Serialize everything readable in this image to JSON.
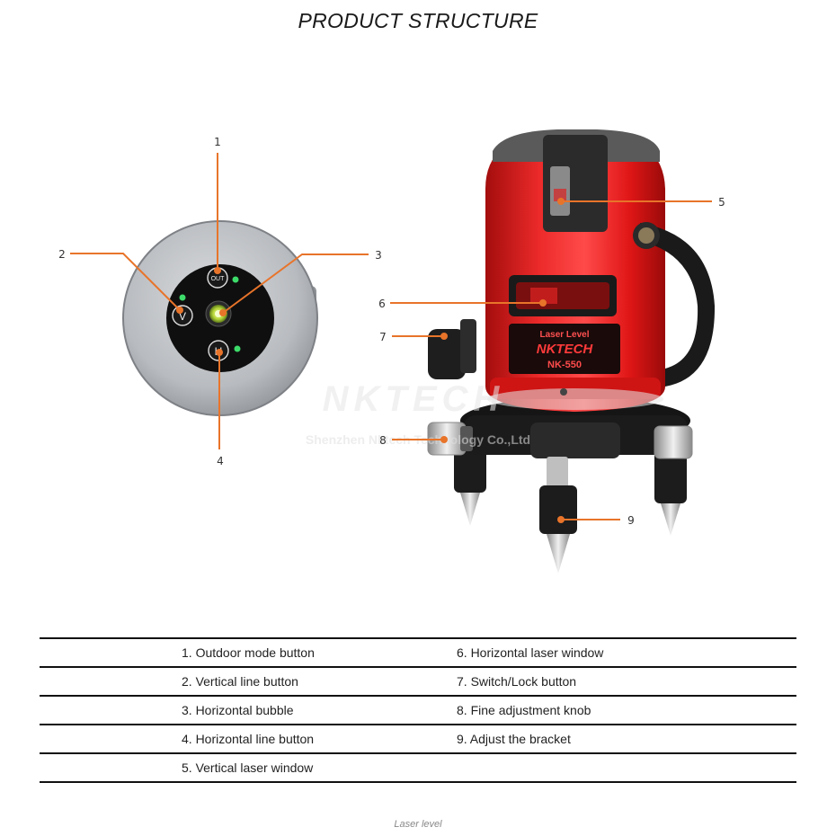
{
  "header": {
    "title": "PRODUCT STRUCTURE"
  },
  "callouts": [
    "1",
    "2",
    "3",
    "4",
    "5",
    "6",
    "7",
    "8",
    "9"
  ],
  "device": {
    "panel_labels": {
      "outdoor": "OUT",
      "vertical": "V",
      "horizontal": "H"
    },
    "label_top": "Laser Level",
    "brand": "NKTECH",
    "model": "NK-550"
  },
  "watermark": {
    "brand": "NKTECH",
    "company": "Shenzhen Nktech Technology Co.,Ltd"
  },
  "legend": {
    "rows": [
      {
        "left": "1. Outdoor mode button",
        "right": "6. Horizontal laser window"
      },
      {
        "left": "2. Vertical line button",
        "right": "7. Switch/Lock button"
      },
      {
        "left": "3. Horizontal bubble",
        "right": "8. Fine adjustment knob"
      },
      {
        "left": "4. Horizontal line button",
        "right": "9. Adjust the bracket"
      },
      {
        "left": "5. Vertical laser window",
        "right": ""
      }
    ]
  },
  "caption": "Laser level",
  "colors": {
    "callout_line": "#e8742a",
    "body_red": "#e21b1b",
    "panel_gray": "#bfc1c5",
    "led_green": "#3ddc6a"
  }
}
